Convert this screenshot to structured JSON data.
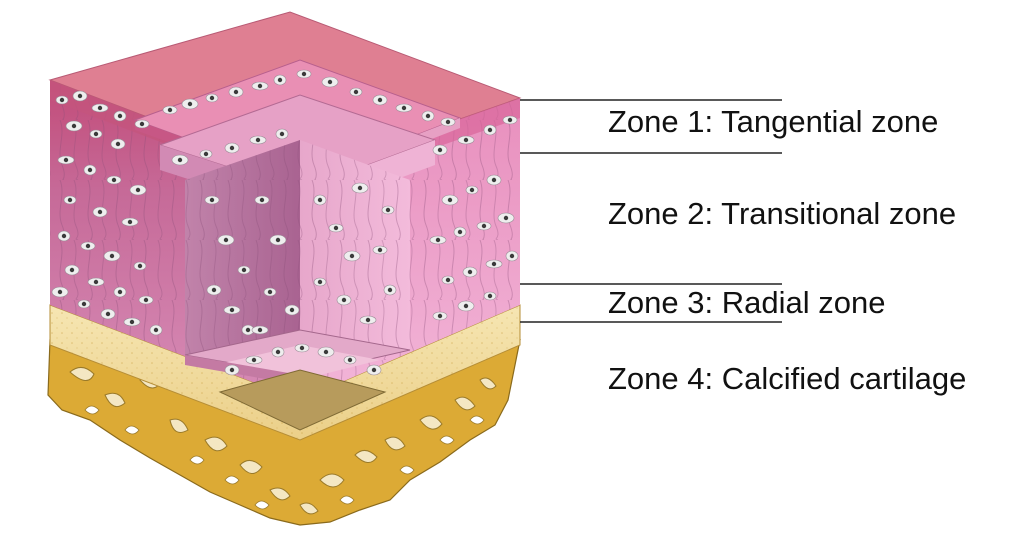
{
  "zones": [
    {
      "label": "Zone 1: Tangential zone"
    },
    {
      "label": "Zone 2: Transitional zone"
    },
    {
      "label": "Zone 3: Radial zone"
    },
    {
      "label": "Zone 4: Calcified cartilage"
    }
  ],
  "colors": {
    "top_face": "#df7f92",
    "tangential_dark": "#c85a7f",
    "cartilage_left": "#c9719a",
    "cartilage_right": "#f0a9d2",
    "inner_cut": "#b06b95",
    "calcified": "#f2dfa6",
    "bone": "#d9a52d",
    "bone_cavity": "#b79b5c",
    "cell": "#eeeeee",
    "nucleus": "#3a3a3a",
    "leader_line": "#222222"
  }
}
